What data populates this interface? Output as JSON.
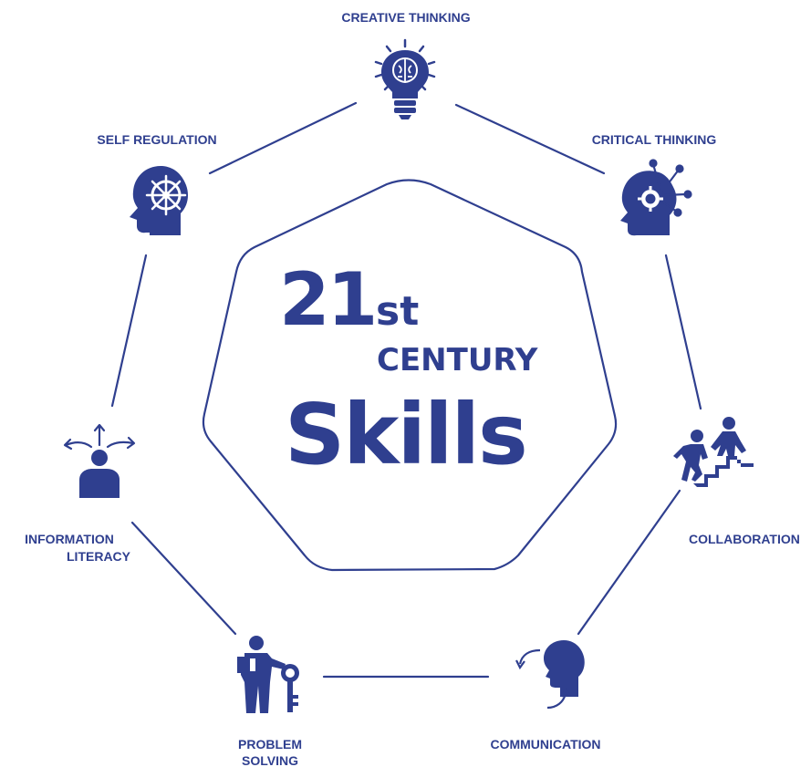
{
  "center": {
    "number": "21",
    "superscript": "st",
    "century": "CENTURY",
    "skills": "Skills"
  },
  "nodes": [
    {
      "id": "creative-thinking",
      "lines": [
        "CREATIVE THINKING"
      ],
      "icon": "lightbulb-brain-icon"
    },
    {
      "id": "critical-thinking",
      "lines": [
        "CRITICAL THINKING"
      ],
      "icon": "head-gear-network-icon"
    },
    {
      "id": "collaboration",
      "lines": [
        "COLLABORATION"
      ],
      "icon": "people-climbing-stairs-icon"
    },
    {
      "id": "communication",
      "lines": [
        "COMMUNICATION"
      ],
      "icon": "two-heads-exchange-icon"
    },
    {
      "id": "problem-solving",
      "lines": [
        "PROBLEM",
        "SOLVING"
      ],
      "icon": "person-key-icon"
    },
    {
      "id": "information-literacy",
      "lines": [
        "INFORMATION",
        "LITERACY"
      ],
      "icon": "person-arrows-icon"
    },
    {
      "id": "self-regulation",
      "lines": [
        "SELF REGULATION"
      ],
      "icon": "head-ship-wheel-icon"
    }
  ],
  "colors": {
    "accent": "#2f3f8f",
    "background": "#ffffff"
  }
}
